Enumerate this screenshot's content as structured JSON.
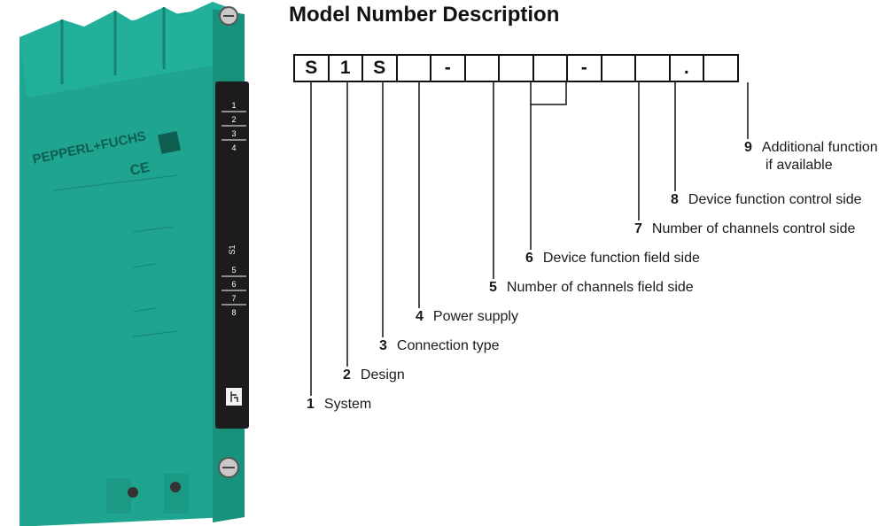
{
  "title": "Model Number Description",
  "code_boxes": [
    "S",
    "1",
    "S",
    "",
    "-",
    "",
    "",
    "",
    "-",
    "",
    "",
    ".",
    ""
  ],
  "legend": [
    {
      "num": "1",
      "label": "System"
    },
    {
      "num": "2",
      "label": "Design"
    },
    {
      "num": "3",
      "label": "Connection type"
    },
    {
      "num": "4",
      "label": "Power supply"
    },
    {
      "num": "5",
      "label": "Number of channels field side"
    },
    {
      "num": "6",
      "label": "Device function field side"
    },
    {
      "num": "7",
      "label": "Number of channels control side"
    },
    {
      "num": "8",
      "label": "Device function control side"
    },
    {
      "num": "9",
      "label": "Additional function",
      "label2": "if available"
    }
  ],
  "product": {
    "brand": "PEPPERL+FUCHS",
    "side_switch_label": "S1",
    "terminals_top": [
      "1",
      "2",
      "3",
      "4"
    ],
    "terminals_bottom": [
      "5",
      "6",
      "7",
      "8"
    ],
    "colors": {
      "housing": "#1fa58f",
      "housing_dark": "#15806e",
      "front_strip": "#1c1c1c"
    }
  }
}
